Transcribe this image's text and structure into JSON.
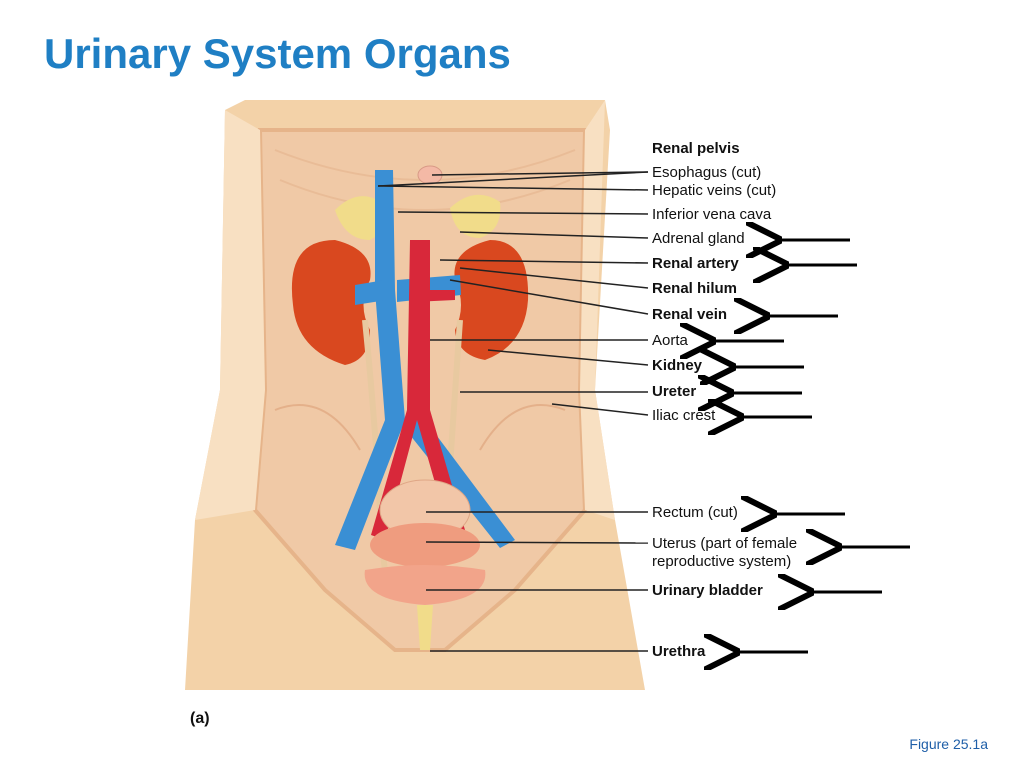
{
  "slide": {
    "title": "Urinary System Organs",
    "part_tag": "(a)",
    "figure_ref": "Figure 25.1a"
  },
  "labels": [
    {
      "id": "renal-pelvis",
      "text": "Renal pelvis",
      "bold": true,
      "arrow": false
    },
    {
      "id": "esophagus",
      "text": "Esophagus (cut)",
      "bold": false,
      "arrow": false
    },
    {
      "id": "hepatic-veins",
      "text": "Hepatic veins (cut)",
      "bold": false,
      "arrow": false
    },
    {
      "id": "inferior-vena-cava",
      "text": "Inferior vena cava",
      "bold": false,
      "arrow": false
    },
    {
      "id": "adrenal-gland",
      "text": "Adrenal gland",
      "bold": false,
      "arrow": true
    },
    {
      "id": "renal-artery",
      "text": "Renal artery",
      "bold": true,
      "arrow": true
    },
    {
      "id": "renal-hilum",
      "text": "Renal hilum",
      "bold": true,
      "arrow": false
    },
    {
      "id": "renal-vein",
      "text": "Renal vein",
      "bold": true,
      "arrow": true
    },
    {
      "id": "aorta",
      "text": "Aorta",
      "bold": false,
      "arrow": true
    },
    {
      "id": "kidney",
      "text": "Kidney",
      "bold": true,
      "arrow": true
    },
    {
      "id": "ureter",
      "text": "Ureter",
      "bold": true,
      "arrow": true
    },
    {
      "id": "iliac-crest",
      "text": "Iliac crest",
      "bold": false,
      "arrow": true
    },
    {
      "id": "rectum",
      "text": "Rectum (cut)",
      "bold": false,
      "arrow": true
    },
    {
      "id": "uterus",
      "text": "Uterus (part of female reproductive system)",
      "bold": false,
      "arrow": true
    },
    {
      "id": "urinary-bladder",
      "text": "Urinary bladder",
      "bold": true,
      "arrow": true
    },
    {
      "id": "urethra",
      "text": "Urethra",
      "bold": true,
      "arrow": true
    }
  ],
  "colors": {
    "title": "#1f7fc4",
    "vein": "#3a8fd4",
    "artery": "#d8283a",
    "kidney": "#d9481f",
    "skin": "#f6d9b4",
    "adrenal": "#f1dc8a"
  }
}
